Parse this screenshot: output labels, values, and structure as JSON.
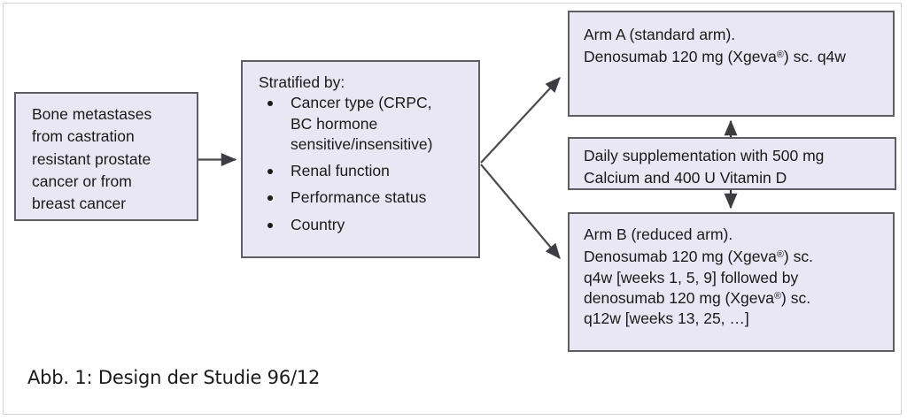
{
  "figure": {
    "caption": "Abb. 1: Design der Studie 96/12",
    "colors": {
      "node_fill": "#e9e7f3",
      "node_border": "#5d5d63",
      "connector": "#4a4a4f",
      "frame_border": "#d4d4d6",
      "text": "#1a1a1a",
      "page_background": "#ffffff"
    }
  },
  "nodes": {
    "population": {
      "lines": [
        "Bone metastases",
        "from castration",
        "resistant prostate",
        "cancer or from",
        "breast cancer"
      ]
    },
    "stratify": {
      "title": "Stratified by:",
      "items": [
        "Cancer type (CRPC, BC hormone sensitive/insensitive)",
        "Renal function",
        "Performance status",
        "Country"
      ],
      "item_lines": [
        [
          "Cancer type (CRPC,",
          "BC hormone",
          "sensitive/insensitive)"
        ],
        [
          "Renal function"
        ],
        [
          "Performance status"
        ],
        [
          "Country"
        ]
      ]
    },
    "arm_a": {
      "title": "Arm A (standard arm).",
      "body_pre": "Denosumab  120 mg (Xgeva",
      "body_post": ") sc. q4w"
    },
    "supplement": {
      "line1": "Daily supplementation  with 500 mg",
      "line2": "Calcium and 400 U Vitamin D"
    },
    "arm_b": {
      "title": "Arm B (reduced arm).",
      "line1_pre": "Denosumab  120 mg (Xgeva",
      "line1_post": ") sc.",
      "line2": "q4w [weeks 1, 5, 9] followed by",
      "line3_pre": "denosumab  120 mg (Xgeva",
      "line3_post": ") sc.",
      "line4": "q12w [weeks 13, 25, …]"
    }
  },
  "symbols": {
    "registered": "®"
  },
  "connectors": [
    {
      "name": "population-to-stratify",
      "from": "population",
      "to": "stratify",
      "direction": "right"
    },
    {
      "name": "stratify-to-arm-a",
      "from": "stratify",
      "to": "arm_a",
      "direction": "up-right"
    },
    {
      "name": "stratify-to-arm-b",
      "from": "stratify",
      "to": "arm_b",
      "direction": "down-right"
    },
    {
      "name": "supplement-to-arm-a",
      "from": "supplement",
      "to": "arm_a",
      "direction": "up"
    },
    {
      "name": "supplement-to-arm-b",
      "from": "supplement",
      "to": "arm_b",
      "direction": "down"
    }
  ]
}
